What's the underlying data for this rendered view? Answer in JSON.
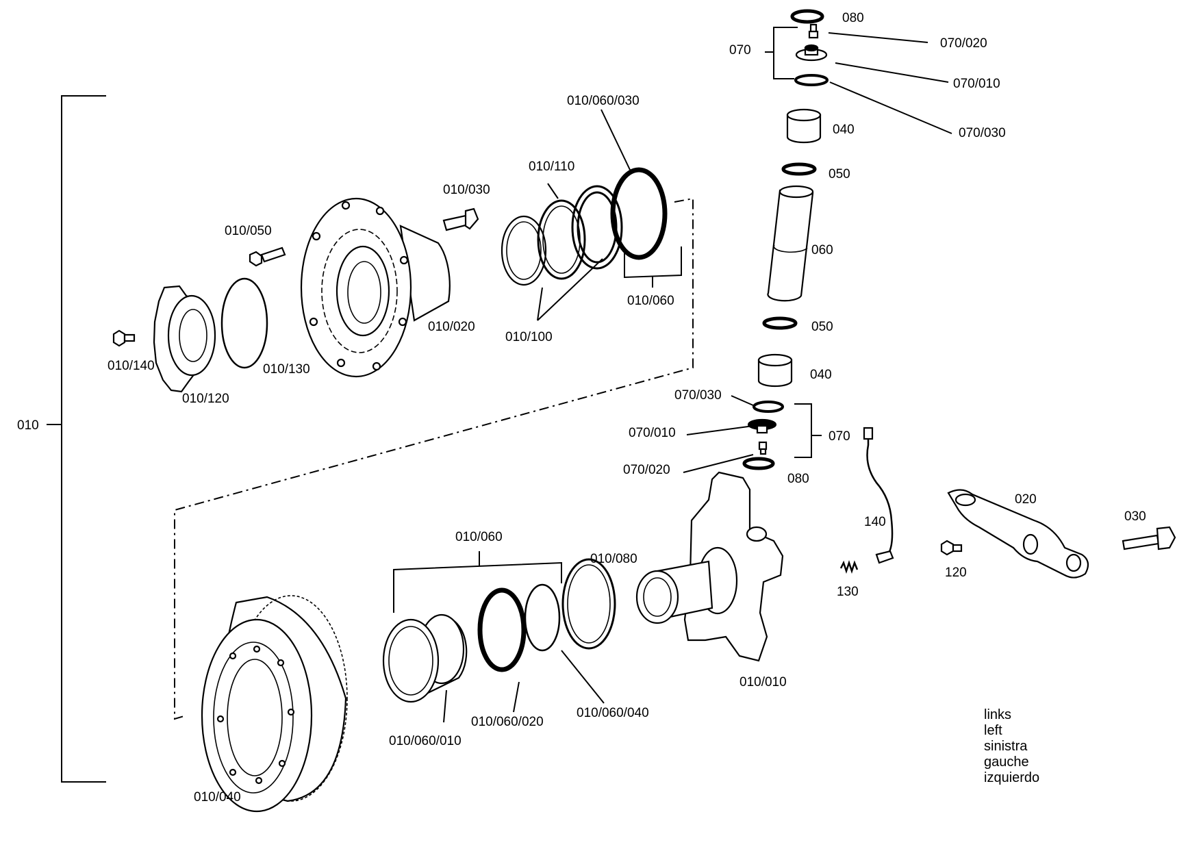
{
  "labels": {
    "p080_top": "080",
    "p070_top": "070",
    "p070_020_top": "070/020",
    "p070_010_top": "070/010",
    "p070_030_top": "070/030",
    "p040_top": "040",
    "p050_top": "050",
    "p060": "060",
    "p050_bot": "050",
    "p040_bot": "040",
    "p070_030_bot": "070/030",
    "p070_010_bot": "070/010",
    "p070_020_bot": "070/020",
    "p070_bot": "070",
    "p080_bot": "080",
    "p010_060_030": "010/060/030",
    "p010_110": "010/110",
    "p010_030": "010/030",
    "p010_050": "010/050",
    "p010_020": "010/020",
    "p010_100": "010/100",
    "p010_060_top": "010/060",
    "p010_140": "010/140",
    "p010_130": "010/130",
    "p010_120": "010/120",
    "p010": "010",
    "p010_060_bot": "010/060",
    "p010_080": "010/080",
    "p010_010": "010/010",
    "p010_060_020": "010/060/020",
    "p010_060_040": "010/060/040",
    "p010_060_010": "010/060/010",
    "p010_040": "010/040",
    "p140": "140",
    "p130": "130",
    "p120": "120",
    "p020": "020",
    "p030": "030"
  },
  "legend": [
    "links",
    "left",
    "sinistra",
    "gauche",
    "izquierdo"
  ]
}
